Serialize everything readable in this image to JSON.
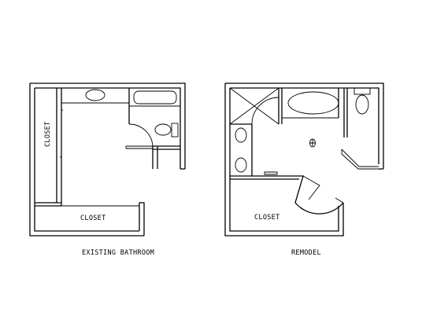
{
  "plans": [
    {
      "caption": "EXISTING BATHROOM",
      "labels": {
        "closet_side": "CLOSET",
        "closet_bottom": "CLOSET"
      }
    },
    {
      "caption": "REMODEL",
      "labels": {
        "closet": "CLOSET"
      }
    }
  ]
}
